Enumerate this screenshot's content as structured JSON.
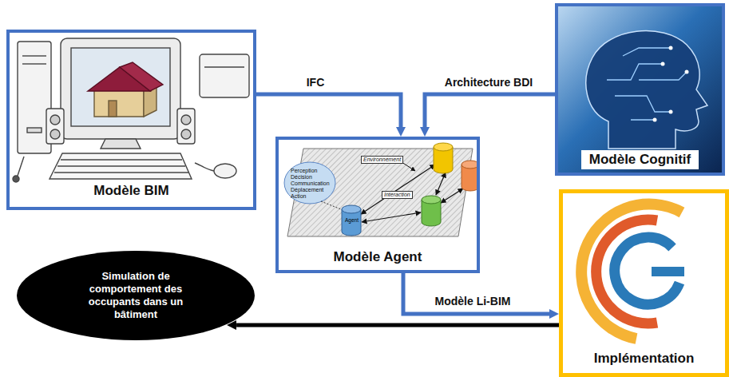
{
  "diagram": {
    "nodes": [
      {
        "text": [
          "Modèle BIM"
        ]
      },
      {
        "text": [
          "Modèle Cognitif"
        ]
      },
      {
        "text": [
          "Modèle Agent"
        ]
      },
      {
        "text": [
          "Implémentation"
        ]
      },
      {
        "text": [
          "Simulation de comportement des occupants dans un bâtiment"
        ]
      }
    ],
    "edges": [
      {
        "from": 0,
        "to": 2,
        "label": "IFC",
        "arrow": "to"
      },
      {
        "from": 1,
        "to": 2,
        "label": "Architecture BDI",
        "arrow": "to"
      },
      {
        "from": 2,
        "to": 3,
        "label": "Modèle Li-BIM",
        "arrow": "to"
      },
      {
        "from": 3,
        "to": 4,
        "arrow": "to"
      }
    ],
    "labels": [
      "Perception",
      "Décision",
      "Communication",
      "Déplacement",
      "Action",
      "Environnement",
      "Interaction",
      "Agent"
    ]
  }
}
